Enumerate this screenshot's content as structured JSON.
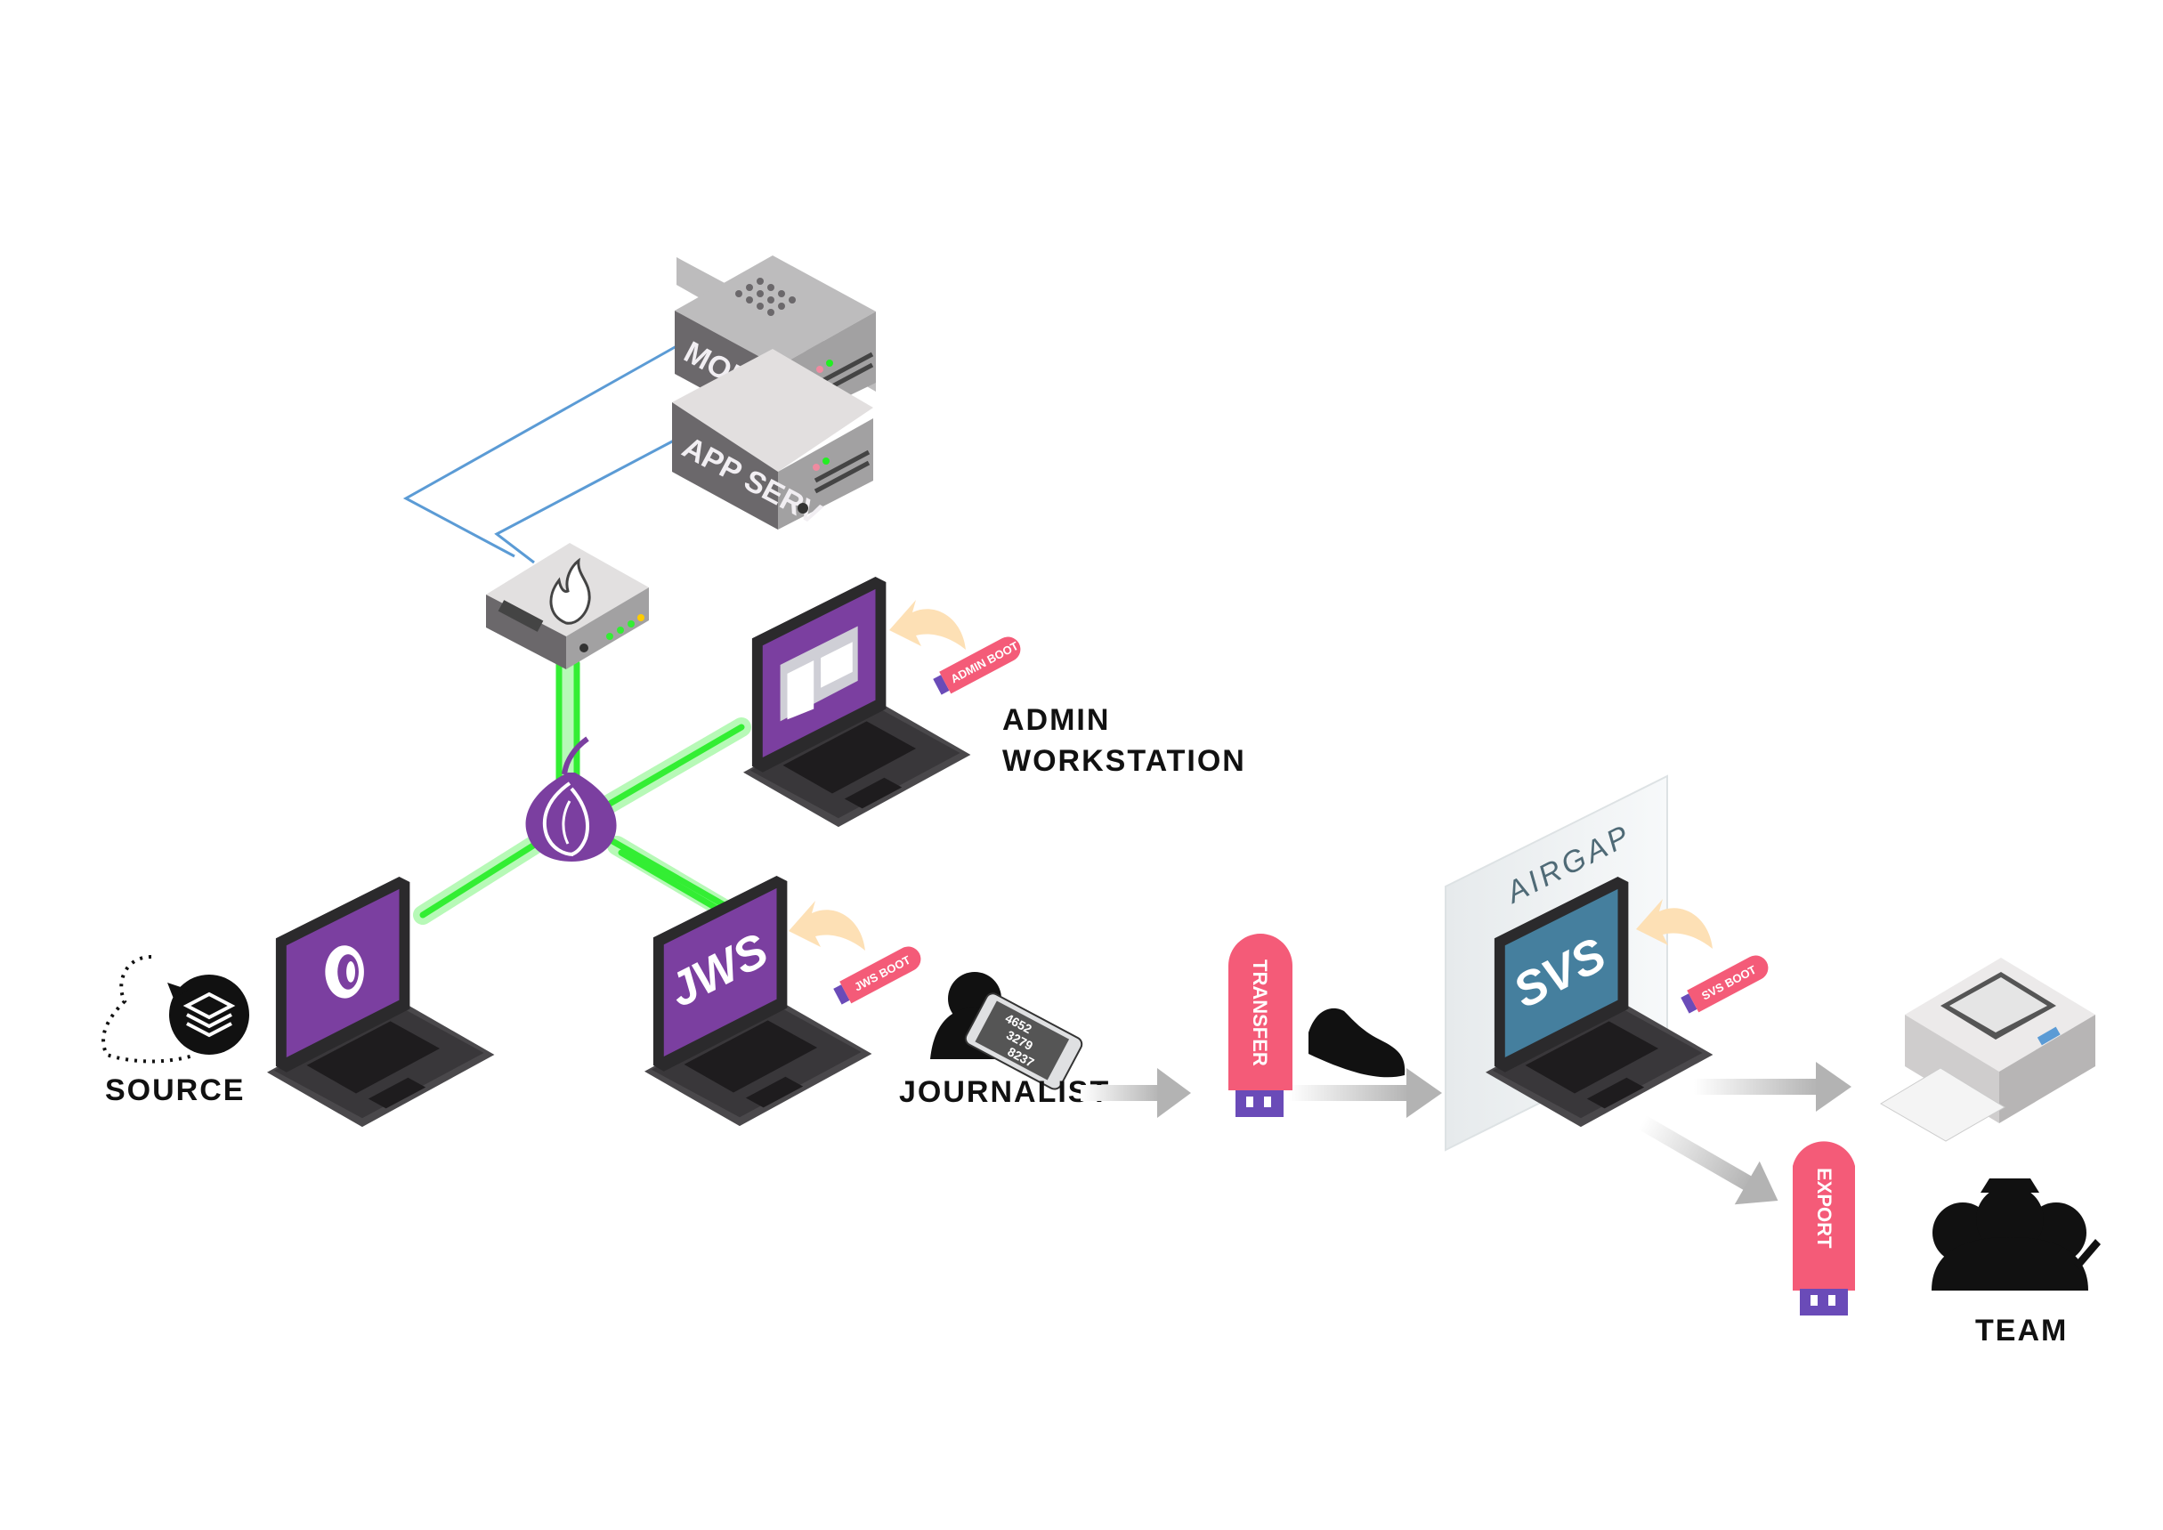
{
  "servers": {
    "mon": "MON SERV",
    "app": "APP SERV"
  },
  "screens": {
    "jws": "JWS",
    "svs": "SVS"
  },
  "usb": {
    "admin": "ADMIN BOOT",
    "jws": "JWS BOOT",
    "svs": "SVS BOOT",
    "transfer": "TRANSFER",
    "export": "EXPORT"
  },
  "labels": {
    "admin_line1": "ADMIN",
    "admin_line2": "WORKSTATION",
    "source": "SOURCE",
    "journalist": "JOURNALIST",
    "airgap": "AIRGAP",
    "team": "TEAM"
  },
  "phone_code": [
    "4652",
    "3279",
    "8237"
  ],
  "colors": {
    "tor_link": "#33ee33",
    "server_link": "#5b9bd5",
    "admin_screen": "#7b3fa0",
    "jws_screen": "#7b3fa0",
    "source_screen": "#7b3fa0",
    "svs_screen": "#457f9e",
    "usb": "#f45b78",
    "usb_connector": "#6a4bb8",
    "boot_arrow": "#fde0b5",
    "flow_arrow": "#b8b8b8"
  }
}
